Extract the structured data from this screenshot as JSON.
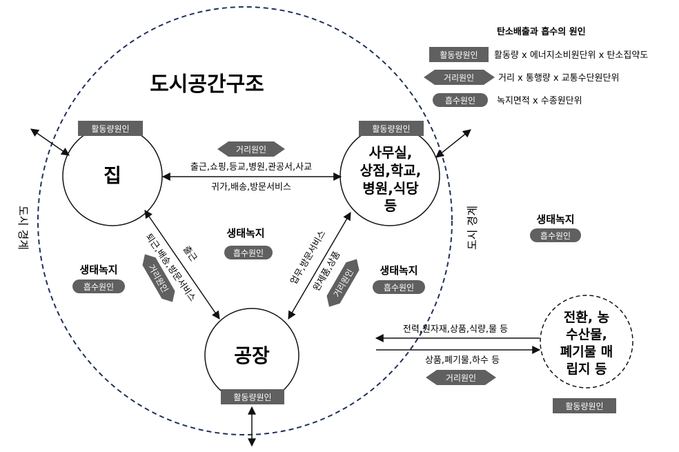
{
  "title": "도시공간구조",
  "legend": {
    "title": "탄소배출과 흡수의 원인",
    "rows": [
      {
        "badge": "활동량원인",
        "formula": "활동량 x 에너지소비원단위 x 탄소집약도"
      },
      {
        "badge": "거리원인",
        "formula": "거리 x 통행량 x 교통수단원단위"
      },
      {
        "badge": "흡수원인",
        "formula": "녹지면적 x 수종원단위"
      }
    ]
  },
  "badges": {
    "activity": "활동량원인",
    "distance": "거리원인",
    "absorption": "흡수원인"
  },
  "nodes": {
    "home": "집",
    "office": [
      "사무실,",
      "상점,학교,",
      "병원,식당",
      "등"
    ],
    "factory": "공장",
    "rural": [
      "전환, 농",
      "수산물,",
      "폐기물 매",
      "립지 등"
    ]
  },
  "links": {
    "home_office_top": "출근,쇼핑,등교,병원,관공서,사교",
    "home_office_bottom": "귀가,배송,방문서비스",
    "home_factory_a": "출근",
    "home_factory_b": "퇴근,배송,방문서비스",
    "office_factory_a": "업무,방문서비스",
    "office_factory_b": "완제품,상품",
    "rural_in": "전력,원자재,상품,식량,물 등",
    "rural_out": "상품,폐기물,하수 등"
  },
  "green_zone": "생태녹지",
  "boundary_label": "도시 경계"
}
